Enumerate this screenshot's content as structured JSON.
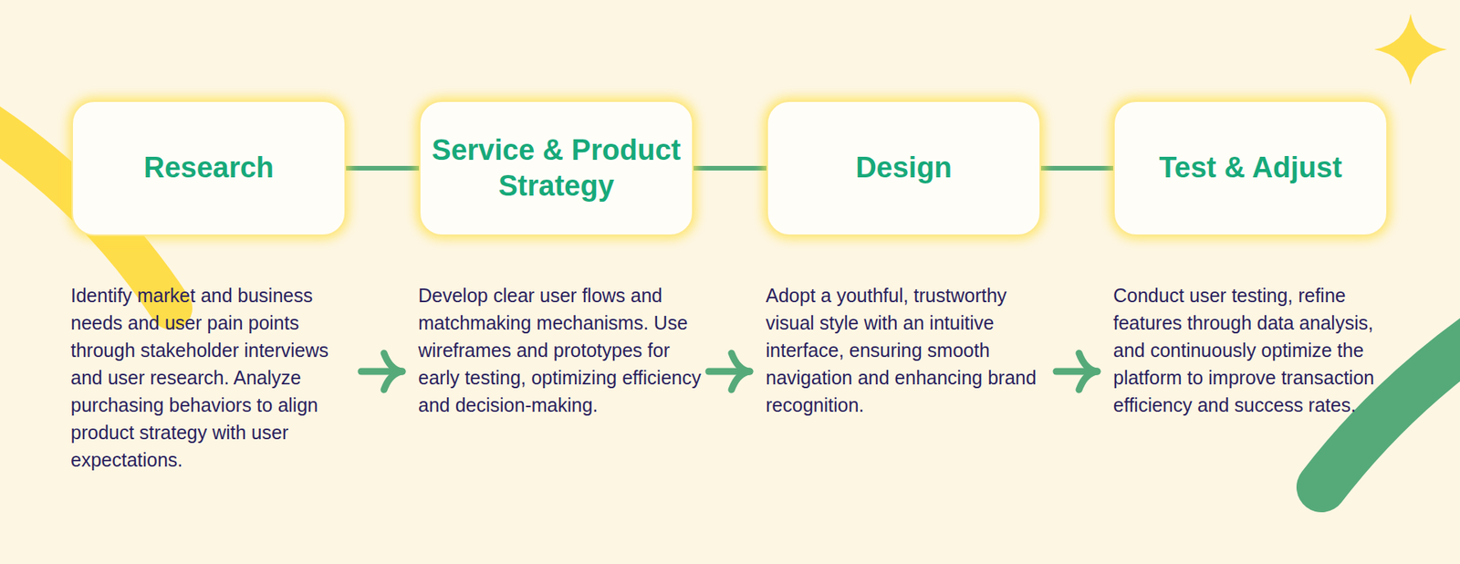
{
  "diagram": {
    "nodes": [
      {
        "text": [
          "Research"
        ]
      },
      {
        "text": [
          "Service & Product Strategy"
        ]
      },
      {
        "text": [
          "Design"
        ]
      },
      {
        "text": [
          "Test & Adjust"
        ]
      }
    ],
    "edges": [
      {
        "from": 0,
        "to": 1,
        "arrow": "none"
      },
      {
        "from": 1,
        "to": 2,
        "arrow": "none"
      },
      {
        "from": 2,
        "to": 3,
        "arrow": "none"
      }
    ],
    "labels": [
      "Identify market and business needs and user pain points through stakeholder interviews and user research. Analyze purchasing behaviors to align product strategy with user expectations.",
      "Develop clear user flows and matchmaking mechanisms. Use wireframes and prototypes for early testing, optimizing efficiency and decision-making.",
      "Adopt a youthful, trustworthy visual style with an intuitive interface, ensuring smooth navigation and enhancing brand recognition.",
      "Conduct user testing, refine features through data analysis, and continuously optimize the platform to improve transaction efficiency and success rates."
    ]
  }
}
